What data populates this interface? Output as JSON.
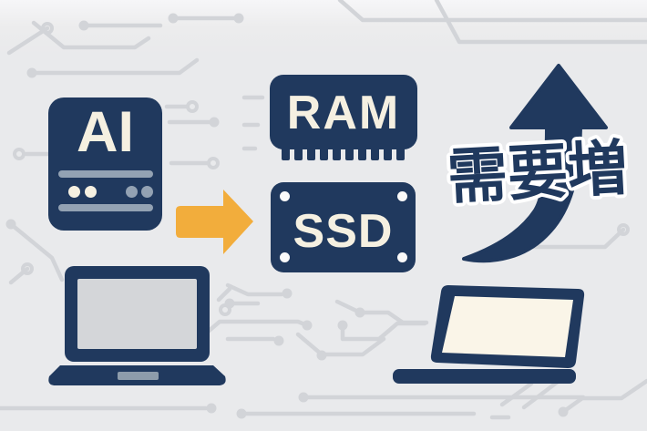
{
  "illustration": {
    "ai_chip": {
      "label": "AI"
    },
    "ram_module": {
      "label": "RAM"
    },
    "ssd_drive": {
      "label": "SSD"
    },
    "demand_text": {
      "label": "需要増"
    }
  },
  "icons": {
    "background": "circuit-pattern",
    "flow": "right-arrow-icon",
    "growth": "up-trend-arrow-icon",
    "left_laptop": "laptop-icon",
    "right_laptop": "laptop-outline-icon"
  },
  "colors": {
    "navy": "#20395e",
    "cream": "#f5f0e1",
    "orange": "#f2ad3c",
    "background": "#e9eaec",
    "circuit_trace": "#d2d4d8",
    "screen_gray": "#d4d6d9",
    "screen_cream": "#faf5e8",
    "accent_bluegray": "#93a2b3",
    "outline_white": "#ffffff"
  }
}
